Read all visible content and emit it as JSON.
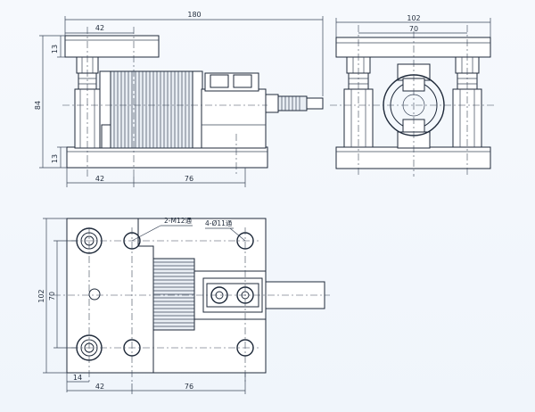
{
  "front_view": {
    "dims": {
      "overall_width": "180",
      "top_plate_width": "42",
      "height": "84",
      "top_thickness": "13",
      "bottom_thickness": "13",
      "bottom_left": "42",
      "bottom_right": "76"
    }
  },
  "side_view": {
    "dims": {
      "overall_width": "102",
      "hole_spacing": "70"
    }
  },
  "plan_view": {
    "dims": {
      "height": "102",
      "hole_spacing_y": "70",
      "edge_offset": "14",
      "left": "42",
      "right": "76"
    },
    "notes": {
      "threaded_holes": "2-M12通",
      "through_holes": "4-Ø11通"
    }
  }
}
